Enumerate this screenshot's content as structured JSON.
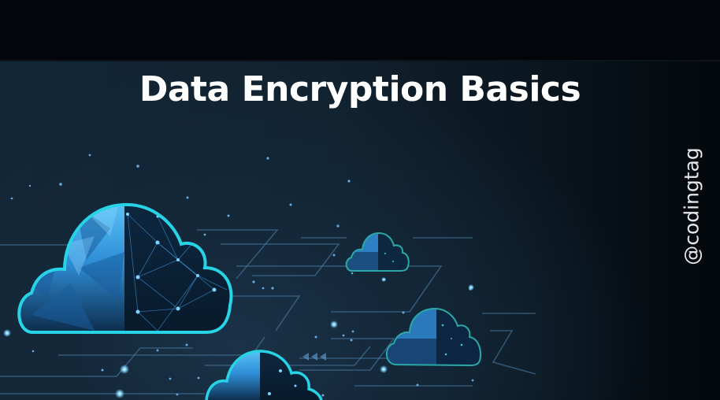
{
  "banner": {
    "title": "Data Encryption Basics",
    "watermark": "@codingtag",
    "colors": {
      "top_band": "#02060a",
      "background_dark": "#0a151e",
      "background_mid": "#14283a",
      "cloud_outline": "#27d4e6",
      "cloud_fill_light": "#3fa9f0",
      "cloud_fill_dark": "#0c2a48",
      "circuit_line": "#4e7fa8",
      "title_text": "#ffffff"
    }
  },
  "illustration": {
    "icons": [
      "cloud-large-icon",
      "cloud-small-top-icon",
      "cloud-medium-right-icon",
      "cloud-bottom-icon",
      "circuit-lines",
      "network-nodes"
    ]
  }
}
